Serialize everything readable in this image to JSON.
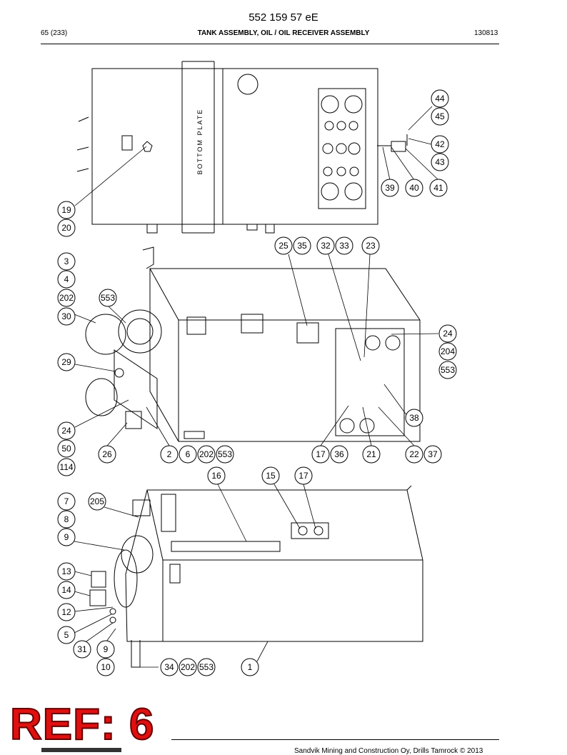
{
  "header": {
    "doc_number": "552 159 57 eE",
    "page": "65 (233)",
    "title": "TANK ASSEMBLY, OIL / OIL RECEIVER ASSEMBLY",
    "code": "130813"
  },
  "drawing": {
    "plate_label": "BOTTOM PLATE"
  },
  "callouts": [
    "44",
    "45",
    "42",
    "43",
    "39",
    "40",
    "41",
    "19",
    "20",
    "25",
    "35",
    "32",
    "33",
    "23",
    "3",
    "4",
    "202",
    "553",
    "30",
    "24",
    "204",
    "553",
    "29",
    "38",
    "24",
    "50",
    "114",
    "26",
    "2",
    "6",
    "202",
    "553",
    "17",
    "36",
    "21",
    "22",
    "37",
    "16",
    "15",
    "17",
    "7",
    "205",
    "8",
    "9",
    "13",
    "14",
    "12",
    "5",
    "31",
    "9",
    "10",
    "34",
    "202",
    "553",
    "1"
  ],
  "stamp": "REF: 6",
  "footer": "Sandvik Mining and Construction Oy, Drills Tamrock © 2013"
}
